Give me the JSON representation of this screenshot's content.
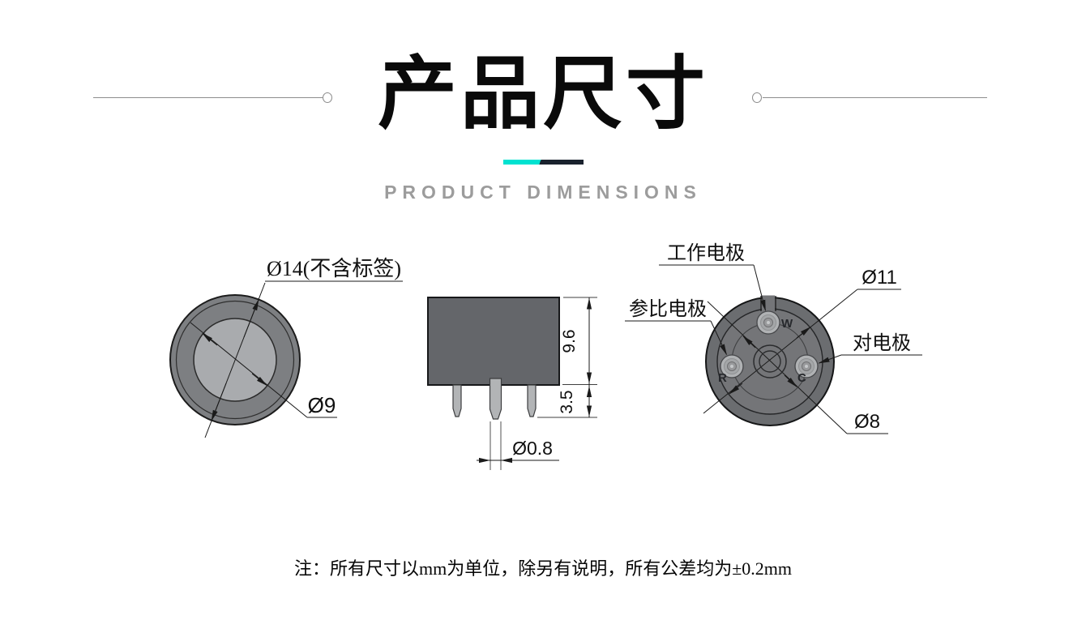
{
  "header": {
    "title_cn": "产品尺寸",
    "title_en": "PRODUCT DIMENSIONS",
    "accent_teal": "#00e2d1",
    "accent_dark": "#1a222e"
  },
  "drawings": {
    "colors": {
      "side_body_gray": "#64666a",
      "bottom_face_gray": "#747578",
      "top_face_gray": "#a9abae",
      "top_rim_gray": "#7d7f82",
      "pin_gray": "#b2b4b6",
      "dimension_line": "#1a1a1a"
    },
    "top_view": {
      "dim_outer_diameter": "Ø14(不含标签)",
      "dim_inner_diameter": "Ø9"
    },
    "side_view": {
      "dim_body_height": "9.6",
      "dim_pin_length": "3.5",
      "dim_pin_diameter": "Ø0.8"
    },
    "bottom_view": {
      "label_working_electrode": "工作电极",
      "label_reference_electrode": "参比电极",
      "label_counter_electrode": "对电极",
      "dim_inner_ring_diameter": "Ø11",
      "dim_pin_circle_diameter": "Ø8",
      "pin_w": "W",
      "pin_r": "R",
      "pin_c": "C"
    }
  },
  "note": "注：所有尺寸以mm为单位，除另有说明，所有公差均为±0.2mm"
}
